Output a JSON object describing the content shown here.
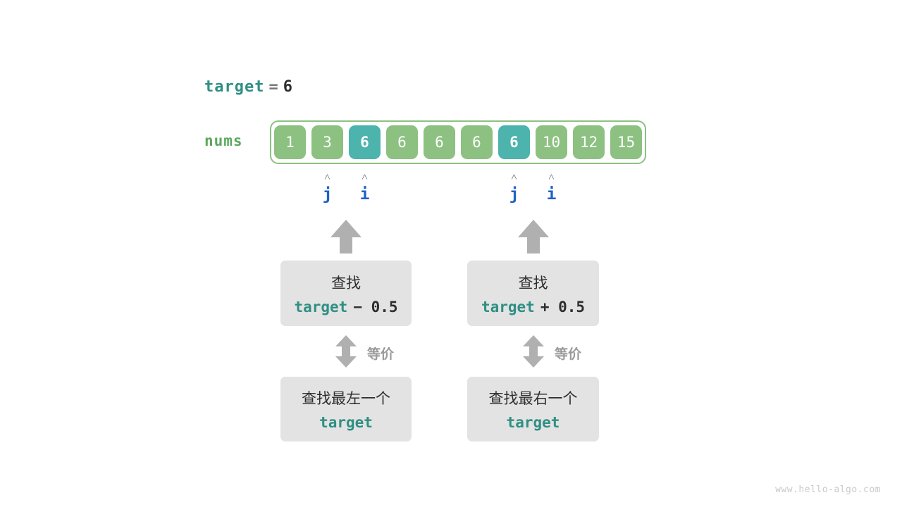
{
  "title": "binary-search-edge-equivalence",
  "target_line": {
    "var": "target",
    "operator": "=",
    "value": "6"
  },
  "array": {
    "label": "nums",
    "values": [
      "1",
      "3",
      "6",
      "6",
      "6",
      "6",
      "6",
      "10",
      "12",
      "15"
    ],
    "highlighted_indices": [
      2,
      6
    ],
    "cell_color": "#8cc182",
    "highlight_color": "#4cb3ad",
    "border_color": "#8cc182"
  },
  "pointers": [
    {
      "name": "j",
      "caret": "˄",
      "index": 1,
      "color": "#1f61c8"
    },
    {
      "name": "i",
      "caret": "˄",
      "index": 2,
      "color": "#1f61c8"
    },
    {
      "name": "j",
      "caret": "˄",
      "index": 6,
      "color": "#1f61c8"
    },
    {
      "name": "i",
      "caret": "˄",
      "index": 7,
      "color": "#1f61c8"
    }
  ],
  "columns": [
    {
      "top_box": {
        "line1": "查找",
        "expr_var": "target",
        "expr_op": "− 0.5"
      },
      "equiv_label": "等价",
      "bottom_box": {
        "line1": "查找最左一个",
        "expr_var": "target"
      }
    },
    {
      "top_box": {
        "line1": "查找",
        "expr_var": "target",
        "expr_op": "+ 0.5"
      },
      "equiv_label": "等价",
      "bottom_box": {
        "line1": "查找最右一个",
        "expr_var": "target"
      }
    }
  ],
  "watermark": "www.hello-algo.com",
  "colors": {
    "teal": "#2f8f83",
    "green": "#5da85e",
    "gray_arrow": "#b0b0b0",
    "box_bg": "#e3e3e3",
    "pointer_blue": "#1f61c8"
  }
}
